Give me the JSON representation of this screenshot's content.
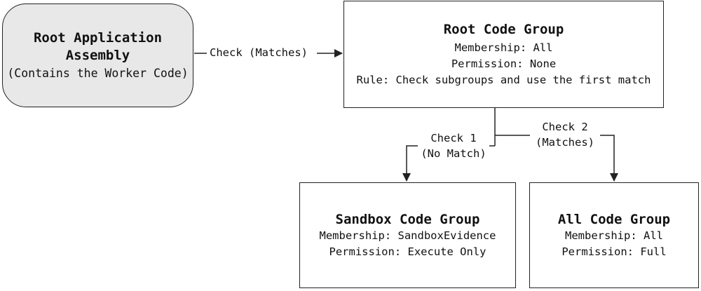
{
  "nodes": {
    "root_assembly": {
      "title_line1": "Root Application",
      "title_line2": "Assembly",
      "subtitle": "(Contains the Worker Code)"
    },
    "root_group": {
      "title": "Root Code Group",
      "membership": "Membership: All",
      "permission": "Permission: None",
      "rule": "Rule: Check subgroups and use the first match"
    },
    "sandbox_group": {
      "title": "Sandbox Code Group",
      "membership": "Membership: SandboxEvidence",
      "permission": "Permission: Execute Only"
    },
    "all_group": {
      "title": "All Code Group",
      "membership": "Membership: All",
      "permission": "Permission: Full"
    }
  },
  "edges": {
    "main": {
      "label": "Check (Matches)"
    },
    "check1": {
      "line1": "Check 1",
      "line2": "(No Match)"
    },
    "check2": {
      "line1": "Check 2",
      "line2": "(Matches)"
    }
  },
  "colors": {
    "assembly_fill": "#e8e8e8",
    "stroke": "#222222"
  }
}
